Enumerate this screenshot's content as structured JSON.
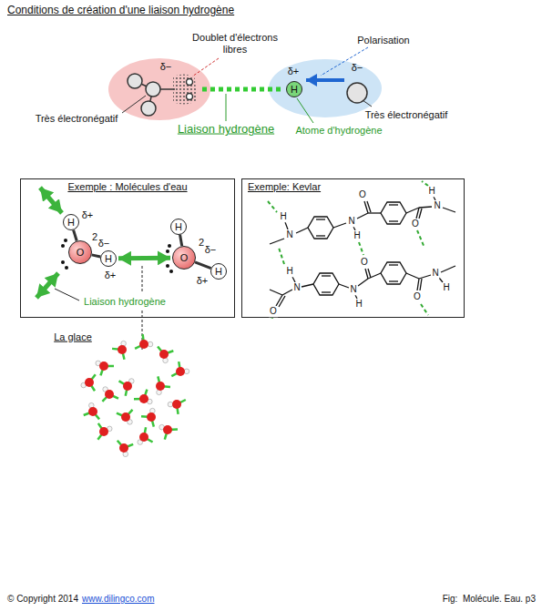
{
  "diagram": {
    "title": "Conditions de création d'une liaison hydrogène",
    "nodes": [
      {
        "text": [
          "H"
        ]
      },
      {
        "text": [
          "Exemple : Molécules d'eau"
        ]
      },
      {
        "text": [
          "H"
        ],
        "in": 1
      },
      {
        "text": [
          "O"
        ],
        "in": 1
      },
      {
        "text": [
          "H"
        ],
        "in": 1
      },
      {
        "text": [
          "O"
        ],
        "in": 1
      },
      {
        "text": [
          "H"
        ],
        "in": 1
      },
      {
        "text": [
          "H"
        ],
        "in": 1
      },
      {
        "text": [
          "Exemple: Kevlar"
        ]
      }
    ],
    "edges": [
      {
        "from": 2,
        "to": 3,
        "arrow": "none"
      },
      {
        "from": 3,
        "to": 4,
        "arrow": "none"
      },
      {
        "from": 4,
        "to": 5,
        "arrow": "both"
      },
      {
        "from": 5,
        "to": 6,
        "arrow": "none"
      },
      {
        "from": 5,
        "to": 7,
        "arrow": "none"
      }
    ],
    "labels": [
      "Doublet d'électrons libres",
      "δ−",
      "Très électronégatif",
      "Liaison hydrogène",
      "Polarisation",
      "δ+",
      "δ−",
      "Atome d'hydrogène",
      "Très électronégatif",
      "δ+",
      "2",
      "δ−",
      "δ+",
      "2",
      "δ−",
      "δ+",
      "Liaison hydrogène",
      "La glace",
      "H",
      "N",
      "N",
      "H",
      "O",
      "O",
      "H",
      "N",
      "H",
      "O",
      "N",
      "N",
      "H",
      "O",
      "O",
      "N",
      "H",
      "© Copyright 2014",
      "www.dilingco.com",
      "Fig:  Molécule. Eau. p3"
    ]
  }
}
